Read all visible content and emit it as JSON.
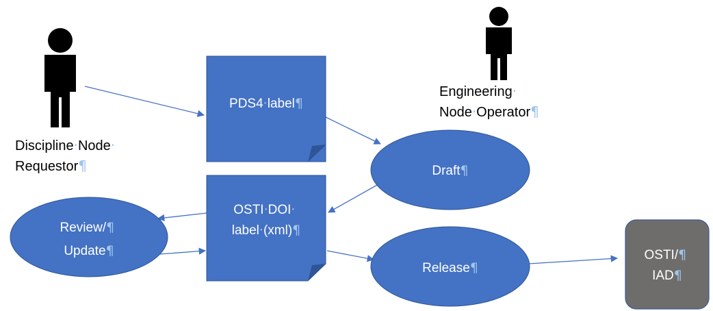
{
  "actors": {
    "discipline": {
      "line1": "Discipline",
      "line1b": "Node",
      "line2": "Requestor"
    },
    "engineering": {
      "line1": "Engineering",
      "line2a": "Node",
      "line2b": "Operator"
    }
  },
  "documents": {
    "pds4": {
      "line1a": "PDS4",
      "line1b": "label"
    },
    "osti": {
      "line1a": "OSTI",
      "line1b": "DOI",
      "line2a": "label",
      "line2b": "(xml)"
    }
  },
  "ellipses": {
    "draft": {
      "label": "Draft"
    },
    "review": {
      "line1": "Review/",
      "line2": "Update"
    },
    "release": {
      "label": "Release"
    }
  },
  "endpoint": {
    "line1": "OSTI/",
    "line2": "IAD"
  },
  "marks": {
    "pilcrow": "¶",
    "middot": "·"
  },
  "colors": {
    "shape_fill": "#4472c4",
    "shape_stroke": "#2f5597",
    "endpoint_fill": "#6f6d6c",
    "endpoint_stroke": "#3a5a96",
    "connector": "#4472c4",
    "formatting_mark": "#9fc5ec"
  },
  "icons": [
    "person-icon",
    "person-icon"
  ]
}
